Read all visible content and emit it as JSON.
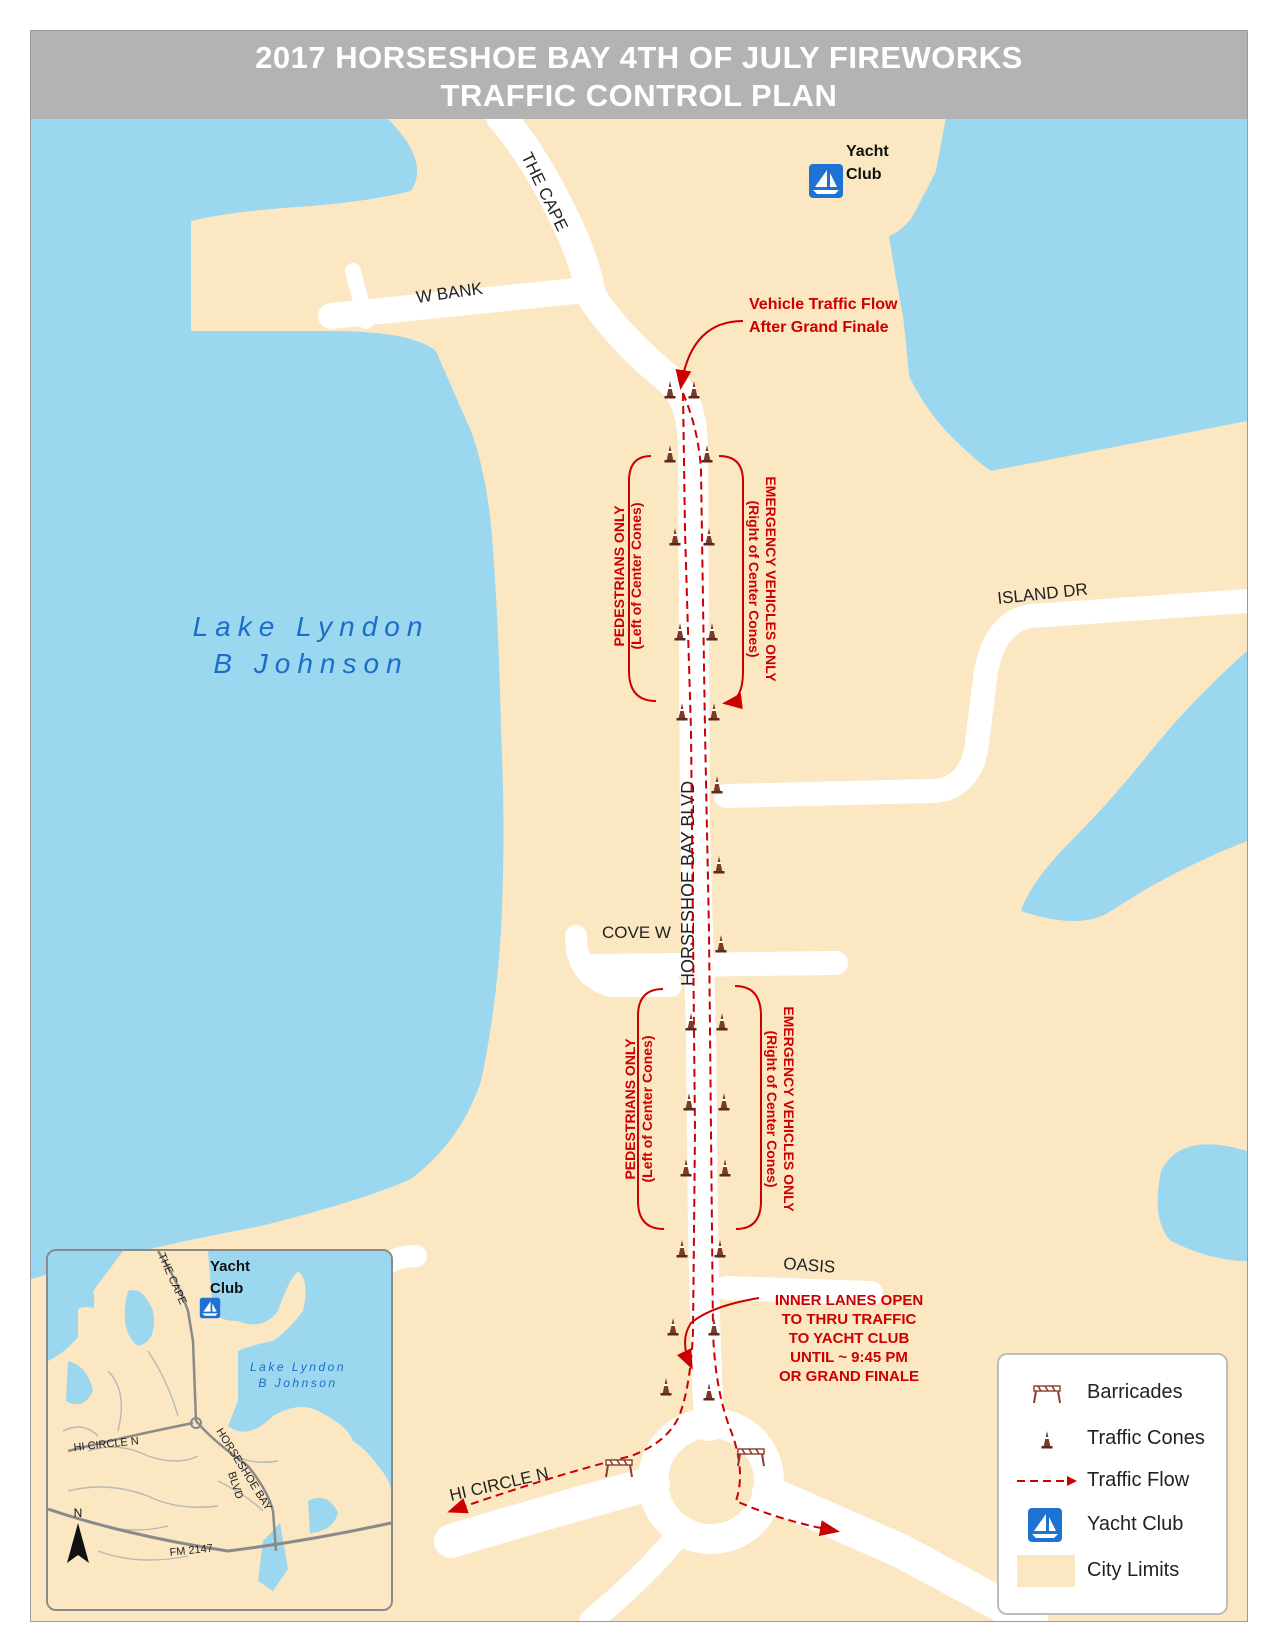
{
  "title": {
    "line1": "2017 HORSESHOE BAY 4TH OF JULY FIREWORKS",
    "line2": "TRAFFIC CONTROL PLAN"
  },
  "lake_label": {
    "line1": "Lake Lyndon",
    "line2": "B Johnson"
  },
  "yacht_club": {
    "line1": "Yacht",
    "line2": "Club"
  },
  "roads": {
    "the_cape": "THE CAPE",
    "w_bank": "W BANK",
    "island_dr": "ISLAND DR",
    "horseshoe_bay_blvd": "HORSESHOE BAY BLVD",
    "cove_w": "COVE W",
    "oasis": "OASIS",
    "hi_circle_n": "HI CIRCLE N"
  },
  "annotations": {
    "traffic_flow_after": {
      "line1": "Vehicle Traffic Flow",
      "line2": "After Grand Finale"
    },
    "pedestrians": {
      "line1": "PEDESTRIANS ONLY",
      "line2": "(Left of Center Cones)"
    },
    "emergency": {
      "line1": "EMERGENCY VEHICLES ONLY",
      "line2": "(Right of Center Cones)"
    },
    "inner_lanes": {
      "line1": "INNER LANES OPEN",
      "line2": "TO THRU TRAFFIC",
      "line3": "TO YACHT CLUB",
      "line4": "UNTIL ~ 9:45 PM",
      "line5": "OR GRAND FINALE"
    }
  },
  "inset": {
    "lake": {
      "line1": "Lake Lyndon",
      "line2": "B Johnson"
    },
    "yacht_club": {
      "line1": "Yacht",
      "line2": "Club"
    },
    "the_cape": "THE CAPE",
    "hi_circle_n": "HI CIRCLE N",
    "horseshoe_bay": "HORSESHOE BAY",
    "blvd": "BLVD",
    "fm_2147": "FM 2147",
    "north": "N"
  },
  "legend": {
    "barricades": "Barricades",
    "traffic_cones": "Traffic Cones",
    "traffic_flow": "Traffic Flow",
    "yacht_club": "Yacht Club",
    "city_limits": "City Limits"
  },
  "colors": {
    "water": "#9bd7ef",
    "land": "#fbe7c2",
    "road": "#ffffff",
    "annotation_red": "#cc0000",
    "lake_label_blue": "#1a6ec9",
    "yacht_icon": "#1e73d2",
    "title_bar": "#b3b3b3"
  },
  "icons": [
    "yacht-club-icon",
    "traffic-cone-icon",
    "barricade-icon",
    "north-arrow-icon"
  ]
}
